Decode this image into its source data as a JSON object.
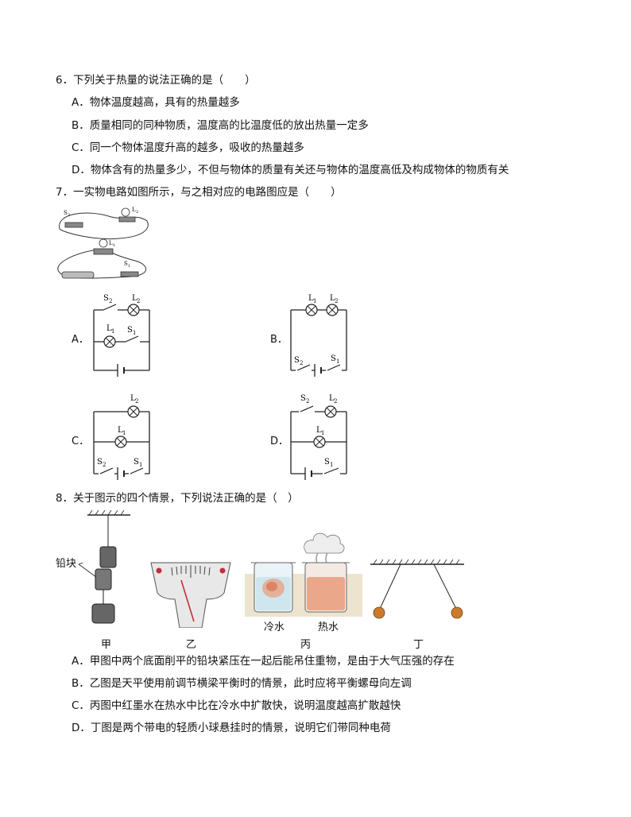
{
  "q6": {
    "stem": "6．下列关于热量的说法正确的是（　　）",
    "options": [
      "A．物体温度越高，具有的热量越多",
      "B．质量相同的同种物质，温度高的比温度低的放出热量一定多",
      "C．同一个物体温度升高的越多，吸收的热量越多",
      "D．物体含有的热量多少，不但与物体的质量有关还与物体的温度高低及构成物体的物质有关"
    ]
  },
  "q7": {
    "stem": "7．一实物电路如图所示，与之相对应的电路图应是（　　）",
    "option_letters": [
      "A．",
      "B．",
      "C．",
      "D．"
    ],
    "component_labels": {
      "s1": "S",
      "s2": "S",
      "l1": "L",
      "l2": "L",
      "sub1": "1",
      "sub2": "2"
    }
  },
  "q8": {
    "stem": "8．关于图示的四个情景，下列说法正确的是（　）",
    "figure_labels": {
      "lead": "铅块",
      "cold": "冷水",
      "hot": "热水"
    },
    "captions": [
      "甲",
      "乙",
      "丙",
      "丁"
    ],
    "options": [
      "A．甲图中两个底面削平的铅块紧压在一起后能吊住重物，是由于大气压强的存在",
      "B．乙图是天平使用前调节横梁平衡时的情景，此时应将平衡螺母向左调",
      "C．丙图中红墨水在热水中比在冷水中扩散快，说明温度越高扩散越快",
      "D．丁图是两个带电的轻质小球悬挂时的情景，说明它们带同种电荷"
    ]
  }
}
